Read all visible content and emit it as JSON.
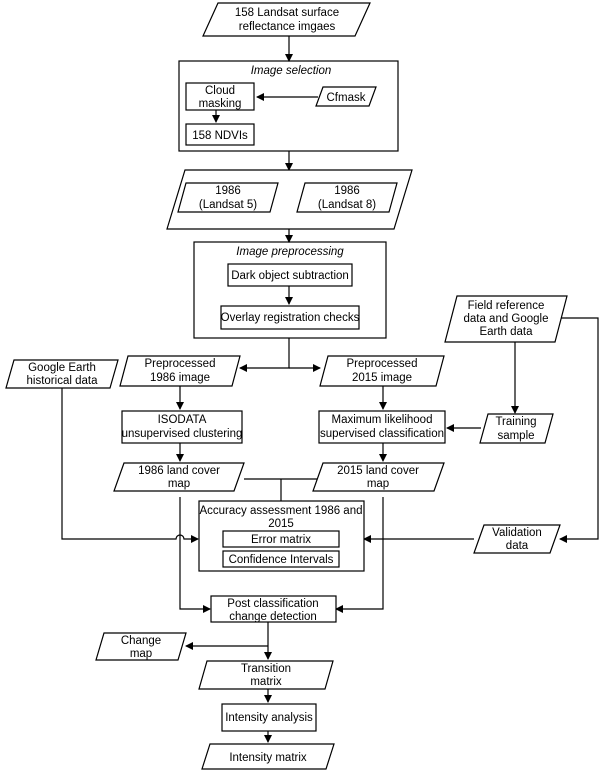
{
  "nodes": {
    "landsat_images": [
      "158 Landsat surface",
      "reflectance imgaes"
    ],
    "image_selection_title": "Image selection",
    "cloud_masking": [
      "Cloud",
      "masking"
    ],
    "cfmask": "Cfmask",
    "ndvis": "158 NDVIs",
    "landsat5": [
      "1986",
      "(Landsat 5)"
    ],
    "landsat8": [
      "1986",
      "(Landsat 8)"
    ],
    "image_preprocessing_title": "Image preprocessing",
    "dark_object": "Dark object subtraction",
    "overlay_registration": "Overlay registration checks",
    "field_reference": [
      "Field reference",
      "data and Google",
      "Earth data"
    ],
    "google_earth": [
      "Google Earth",
      "historical data"
    ],
    "preprocessed_1986": [
      "Preprocessed",
      "1986 image"
    ],
    "preprocessed_2015": [
      "Preprocessed",
      "2015 image"
    ],
    "isodata": [
      "ISODATA",
      "unsupervised clustering"
    ],
    "max_likelihood": [
      "Maximum likelihood",
      "supervised classification"
    ],
    "training_sample": [
      "Training",
      "sample"
    ],
    "landcover_1986": [
      "1986 land cover",
      "map"
    ],
    "landcover_2015": [
      "2015 land cover",
      "map"
    ],
    "accuracy_title": [
      "Accuracy assessment 1986 and",
      "2015"
    ],
    "error_matrix": "Error matrix",
    "confidence_intervals": "Confidence Intervals",
    "validation_data": [
      "Validation",
      "data"
    ],
    "post_classification": [
      "Post classification",
      "change detection"
    ],
    "change_map": [
      "Change",
      "map"
    ],
    "transition_matrix": [
      "Transition",
      "matrix"
    ],
    "intensity_analysis": "Intensity analysis",
    "intensity_matrix": "Intensity matrix"
  }
}
